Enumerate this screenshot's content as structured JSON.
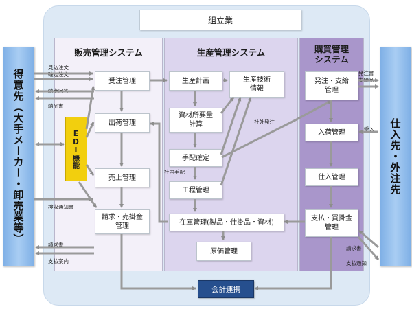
{
  "title": "組立業",
  "panels": {
    "sales": "販売管理システム",
    "production": "生産管理システム",
    "purchasing": "購買管理\nシステム"
  },
  "left_party": "得意先（大手メーカー・卸売業等）",
  "right_party": "仕入先・外注先",
  "edi": "EDI機能",
  "boxes": {
    "order_mgmt": "受注管理",
    "shipping_mgmt": "出荷管理",
    "sales_mgmt": "売上管理",
    "billing_ar": "請求・売掛金\n管理",
    "production_plan": "生産計画",
    "production_tech": "生産技術\n情報",
    "material_calc": "資材所要量\n計算",
    "arrangement": "手配確定",
    "process_mgmt": "工程管理",
    "inventory": "在庫管理(製品・仕掛品・資材)",
    "cost_mgmt": "原価管理",
    "order_supply": "発注・支給\n管理",
    "receiving": "入荷管理",
    "purchase_mgmt": "仕入管理",
    "payment_ap": "支払・買掛金\n管理",
    "accounting": "会計連携"
  },
  "labels": {
    "estimate_order": "見込注文",
    "confirmed_order": "確定注文",
    "delivery_reply": "納期回答",
    "delivery_note": "納品書",
    "inspection_notice": "検収通知書",
    "invoice_left": "請求書",
    "payment_guide": "支払案内",
    "purchase_order": "発注書",
    "supplied_goods": "支給品",
    "outside_order": "社外発注",
    "internal_order": "社内手配",
    "receipt": "受入",
    "invoice_right": "請求書",
    "payment_notice": "支払通知"
  },
  "colors": {
    "background_frame": "#dde9f5",
    "sales_panel": "#f3f0f9",
    "production_panel": "#dcd5ee",
    "purchasing_panel": "#a996cb",
    "party_blue": "#8fbcec",
    "edi_yellow": "#f2cf0e",
    "accounting_navy": "#264f8e",
    "arrow_gray": "#9a9a9a"
  }
}
